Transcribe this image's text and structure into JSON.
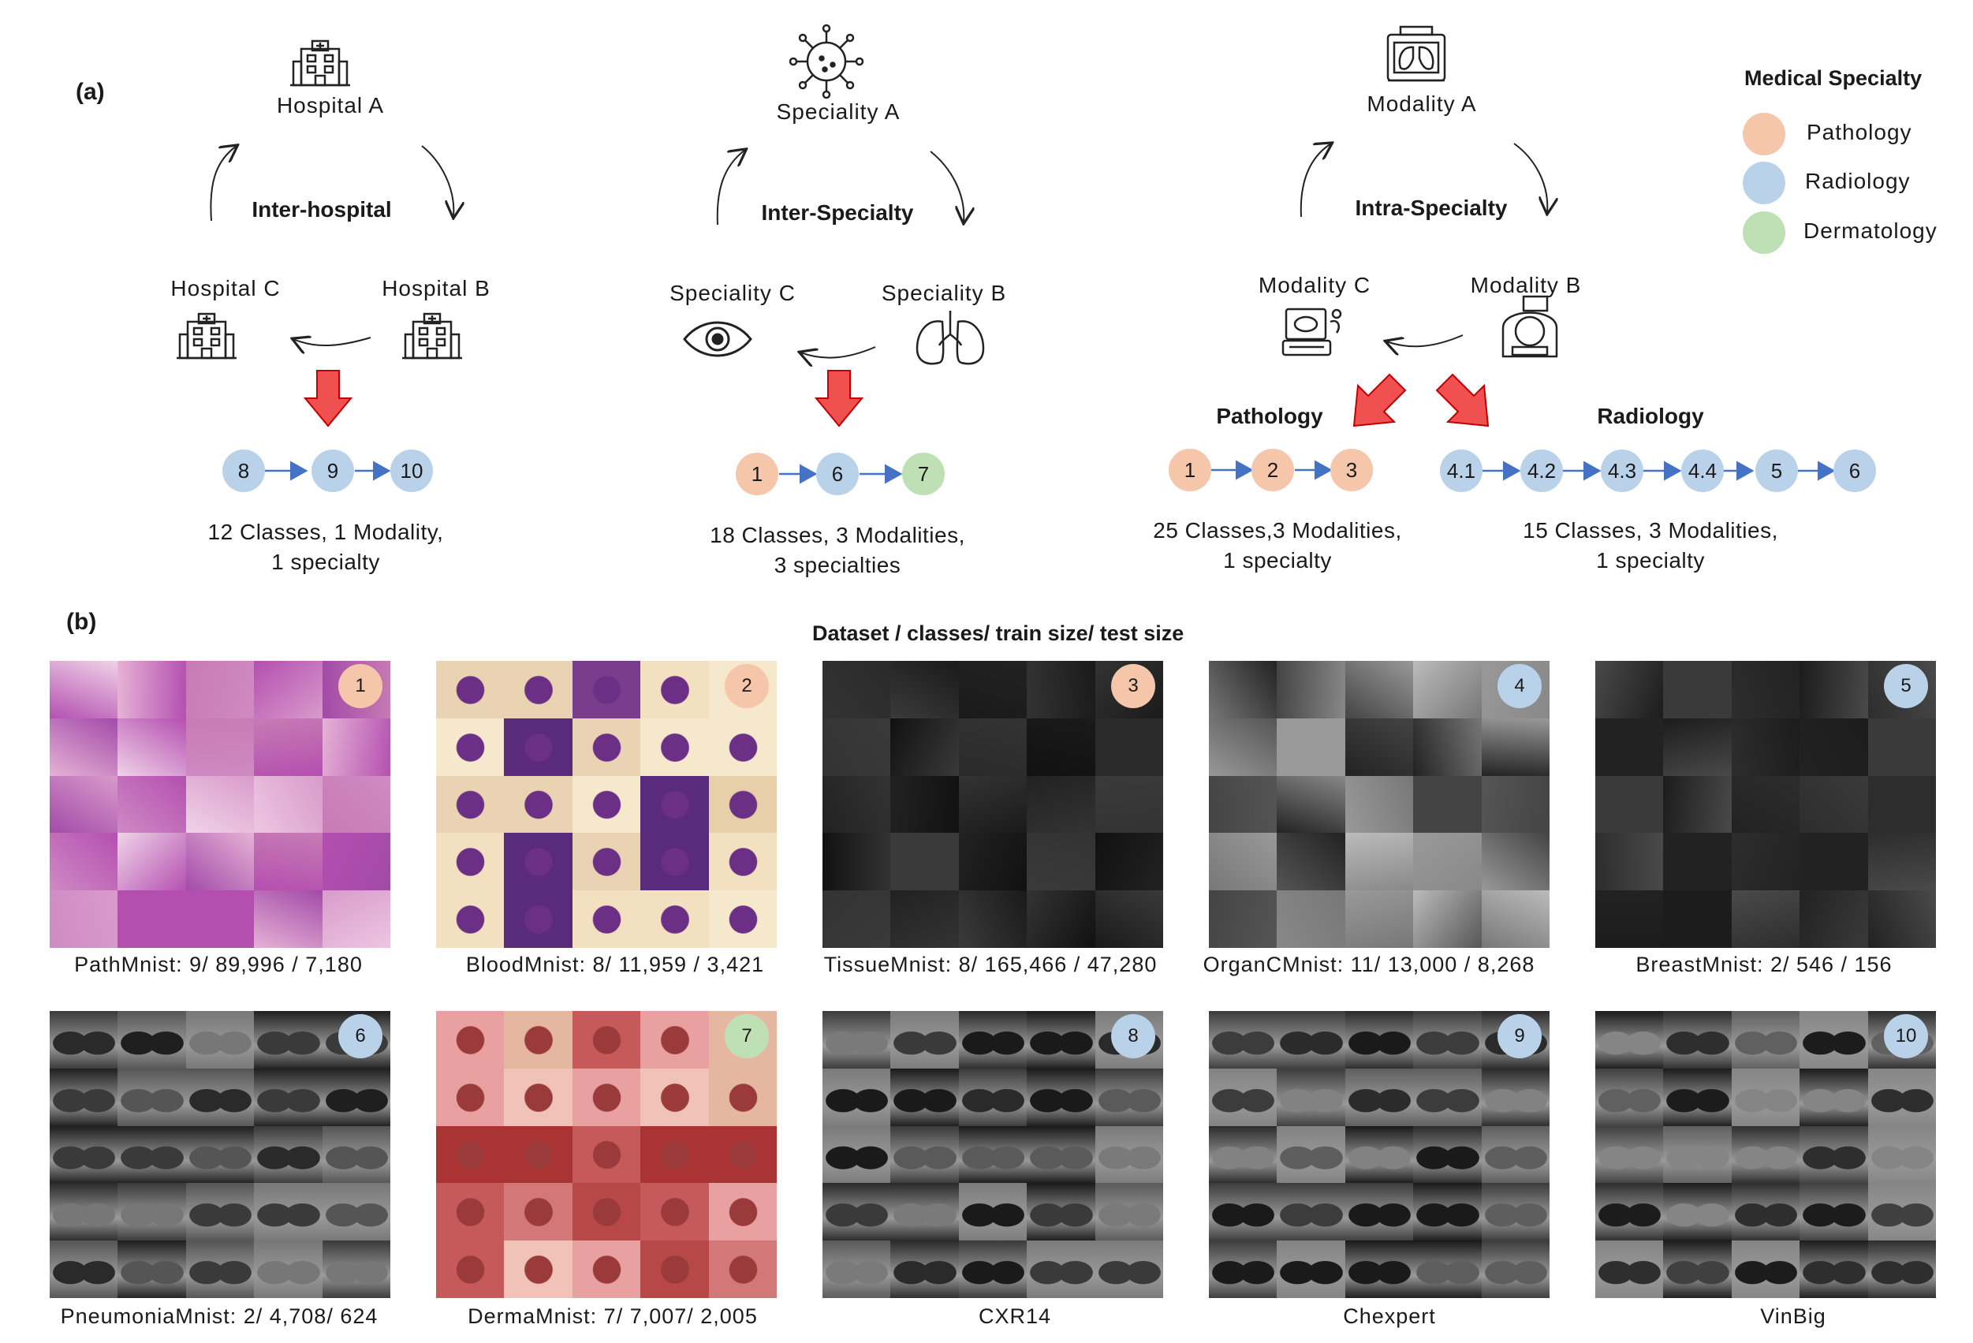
{
  "panel_a": {
    "label": "(a)",
    "groups": [
      {
        "top": "Hospital A",
        "left": "Hospital  C",
        "right": "Hospital B",
        "center": "Inter-hospital",
        "nodes": [
          "8",
          "9",
          "10"
        ],
        "summary_line1": "12 Classes, 1 Modality,",
        "summary_line2": "1 specialty"
      },
      {
        "top": "Speciality A",
        "left": "Speciality C",
        "right": "Speciality B",
        "center": "Inter-Specialty",
        "nodes": [
          "1",
          "6",
          "7"
        ],
        "summary_line1": "18 Classes, 3 Modalities,",
        "summary_line2": "3 specialties"
      },
      {
        "top": "Modality A",
        "left": "Modality C",
        "right": "Modality B",
        "center": "Intra-Specialty",
        "branch_left_title": "Pathology",
        "branch_right_title": "Radiology",
        "nodes_left": [
          "1",
          "2",
          "3"
        ],
        "nodes_right": [
          "4.1",
          "4.2",
          "4.3",
          "4.4",
          "5",
          "6"
        ],
        "summary_left_line1": "25 Classes,3 Modalities,",
        "summary_left_line2": "1 specialty",
        "summary_right_line1": "15 Classes, 3 Modalities,",
        "summary_right_line2": "1 specialty"
      }
    ]
  },
  "legend": {
    "title": "Medical Specialty",
    "items": [
      {
        "label": "Pathology",
        "color": "#f6c6aa"
      },
      {
        "label": "Radiology",
        "color": "#bad2e9"
      },
      {
        "label": "Dermatology",
        "color": "#bfe0b4"
      }
    ]
  },
  "panel_b": {
    "label": "(b)",
    "title": "Dataset / classes/ train size/ test size",
    "datasets": [
      {
        "badge": "1",
        "caption": "PathMnist: 9/ 89,996 / 7,180",
        "specialty": "pathology"
      },
      {
        "badge": "2",
        "caption": "BloodMnist: 8/ 11,959 / 3,421",
        "specialty": "pathology"
      },
      {
        "badge": "3",
        "caption": "TissueMnist: 8/ 165,466 / 47,280",
        "specialty": "pathology"
      },
      {
        "badge": "4",
        "caption": "OrganCMnist: 11/ 13,000 / 8,268",
        "specialty": "radiology"
      },
      {
        "badge": "5",
        "caption": "BreastMnist: 2/ 546 / 156",
        "specialty": "radiology"
      },
      {
        "badge": "6",
        "caption": "PneumoniaMnist: 2/ 4,708/ 624",
        "specialty": "radiology"
      },
      {
        "badge": "7",
        "caption": "DermaMnist: 7/ 7,007/ 2,005",
        "specialty": "dermatology"
      },
      {
        "badge": "8",
        "caption": "CXR14",
        "specialty": "radiology"
      },
      {
        "badge": "9",
        "caption": "Chexpert",
        "specialty": "radiology"
      },
      {
        "badge": "10",
        "caption": "VinBig",
        "specialty": "radiology"
      }
    ]
  },
  "icons": [
    "hospital-icon",
    "virus-icon",
    "eye-icon",
    "lungs-icon",
    "microscope-icon",
    "ultrasound-icon",
    "ct-scanner-icon"
  ]
}
